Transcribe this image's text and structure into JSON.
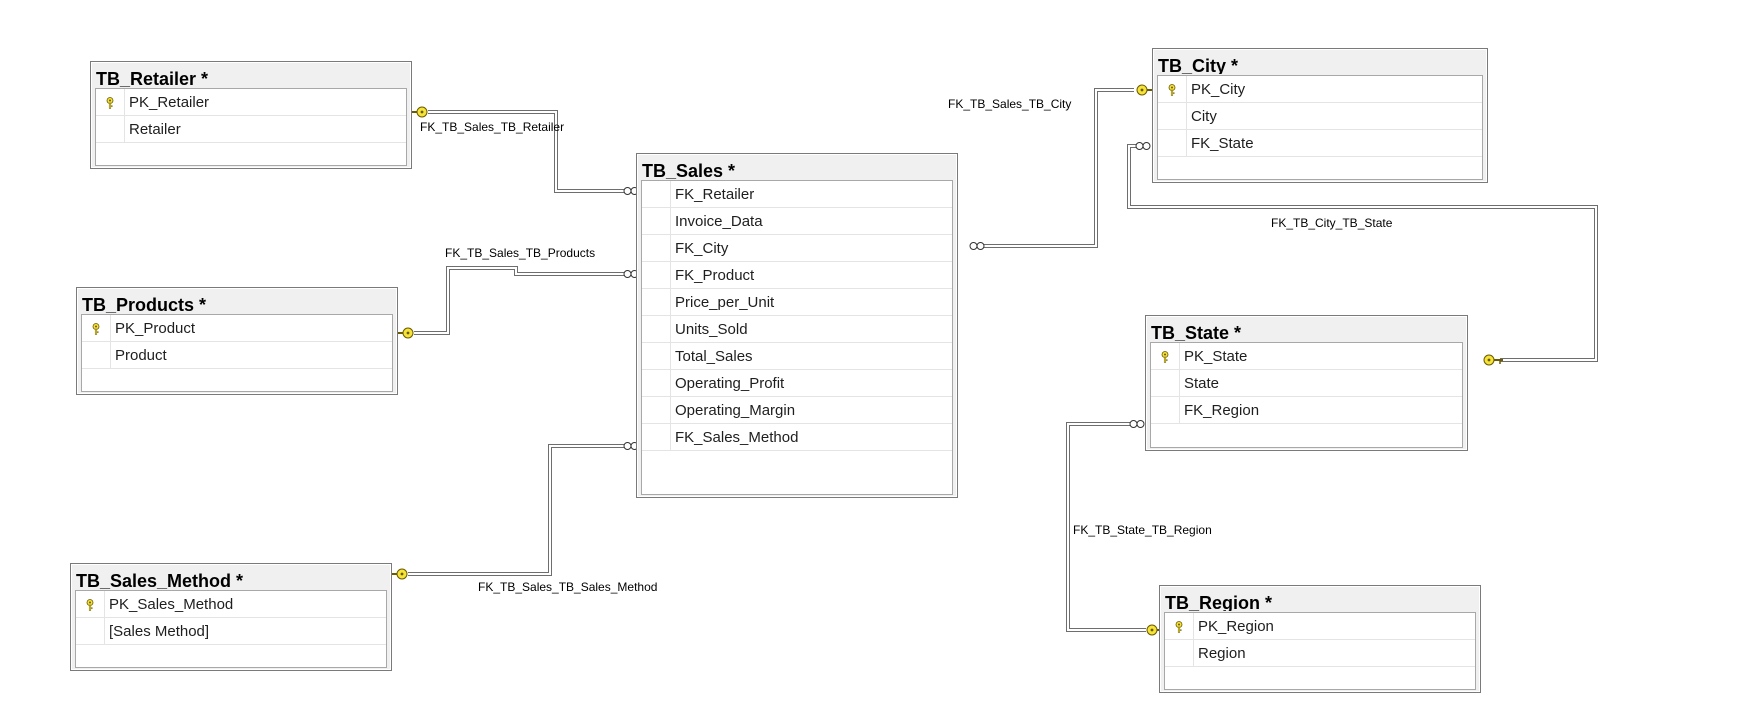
{
  "tables": {
    "retailer": {
      "title": "TB_Retailer *",
      "rows": [
        {
          "name": "PK_Retailer",
          "key": true
        },
        {
          "name": "Retailer",
          "key": false
        }
      ]
    },
    "products": {
      "title": "TB_Products *",
      "rows": [
        {
          "name": "PK_Product",
          "key": true
        },
        {
          "name": "Product",
          "key": false
        }
      ]
    },
    "sales_method": {
      "title": "TB_Sales_Method *",
      "rows": [
        {
          "name": "PK_Sales_Method",
          "key": true
        },
        {
          "name": "[Sales Method]",
          "key": false
        }
      ]
    },
    "sales": {
      "title": "TB_Sales *",
      "rows": [
        {
          "name": "FK_Retailer",
          "key": false
        },
        {
          "name": "Invoice_Data",
          "key": false
        },
        {
          "name": "FK_City",
          "key": false
        },
        {
          "name": "FK_Product",
          "key": false
        },
        {
          "name": "Price_per_Unit",
          "key": false
        },
        {
          "name": "Units_Sold",
          "key": false
        },
        {
          "name": "Total_Sales",
          "key": false
        },
        {
          "name": "Operating_Profit",
          "key": false
        },
        {
          "name": "Operating_Margin",
          "key": false
        },
        {
          "name": "FK_Sales_Method",
          "key": false
        }
      ]
    },
    "city": {
      "title": "TB_City *",
      "rows": [
        {
          "name": "PK_City",
          "key": true
        },
        {
          "name": "City",
          "key": false
        },
        {
          "name": "FK_State",
          "key": false
        }
      ]
    },
    "state": {
      "title": "TB_State *",
      "rows": [
        {
          "name": "PK_State",
          "key": true
        },
        {
          "name": "State",
          "key": false
        },
        {
          "name": "FK_Region",
          "key": false
        }
      ]
    },
    "region": {
      "title": "TB_Region *",
      "rows": [
        {
          "name": "PK_Region",
          "key": true
        },
        {
          "name": "Region",
          "key": false
        }
      ]
    }
  },
  "relationships": {
    "retailer": "FK_TB_Sales_TB_Retailer",
    "products": "FK_TB_Sales_TB_Products",
    "sales_method": "FK_TB_Sales_TB_Sales_Method",
    "city": "FK_TB_Sales_TB_City",
    "city_state": "FK_TB_City_TB_State",
    "state_region": "FK_TB_State_TB_Region"
  },
  "colors": {
    "key_icon": "#f5e23a",
    "connector": "#6e6e6e",
    "title_bar": "#f0f0f0"
  }
}
